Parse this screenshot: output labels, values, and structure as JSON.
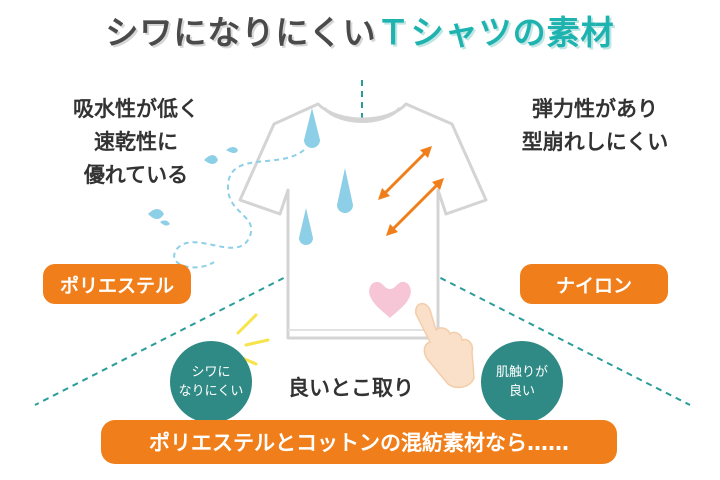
{
  "title": {
    "part1": "シワになりにくい",
    "part2": "Ｔシャツの素材"
  },
  "left_feature": {
    "line1": "吸水性が低く",
    "line2": "速乾性に",
    "line3": "優れている"
  },
  "right_feature": {
    "line1": "弾力性があり",
    "line2": "型崩れしにくい"
  },
  "left_label": "ポリエステル",
  "right_label": "ナイロン",
  "left_circle": {
    "line1": "シワに",
    "line2": "なりにくい"
  },
  "right_circle": {
    "line1": "肌触りが",
    "line2": "良い"
  },
  "center_text": "良いとこ取り",
  "bottom_banner": "ポリエステルとコットンの混紡素材なら……",
  "colors": {
    "accent": "#f07f1b",
    "teal": "#1fb3b0",
    "circle": "#2f8a85",
    "water": "#8ccfe6",
    "heart": "#f7c6d6"
  }
}
